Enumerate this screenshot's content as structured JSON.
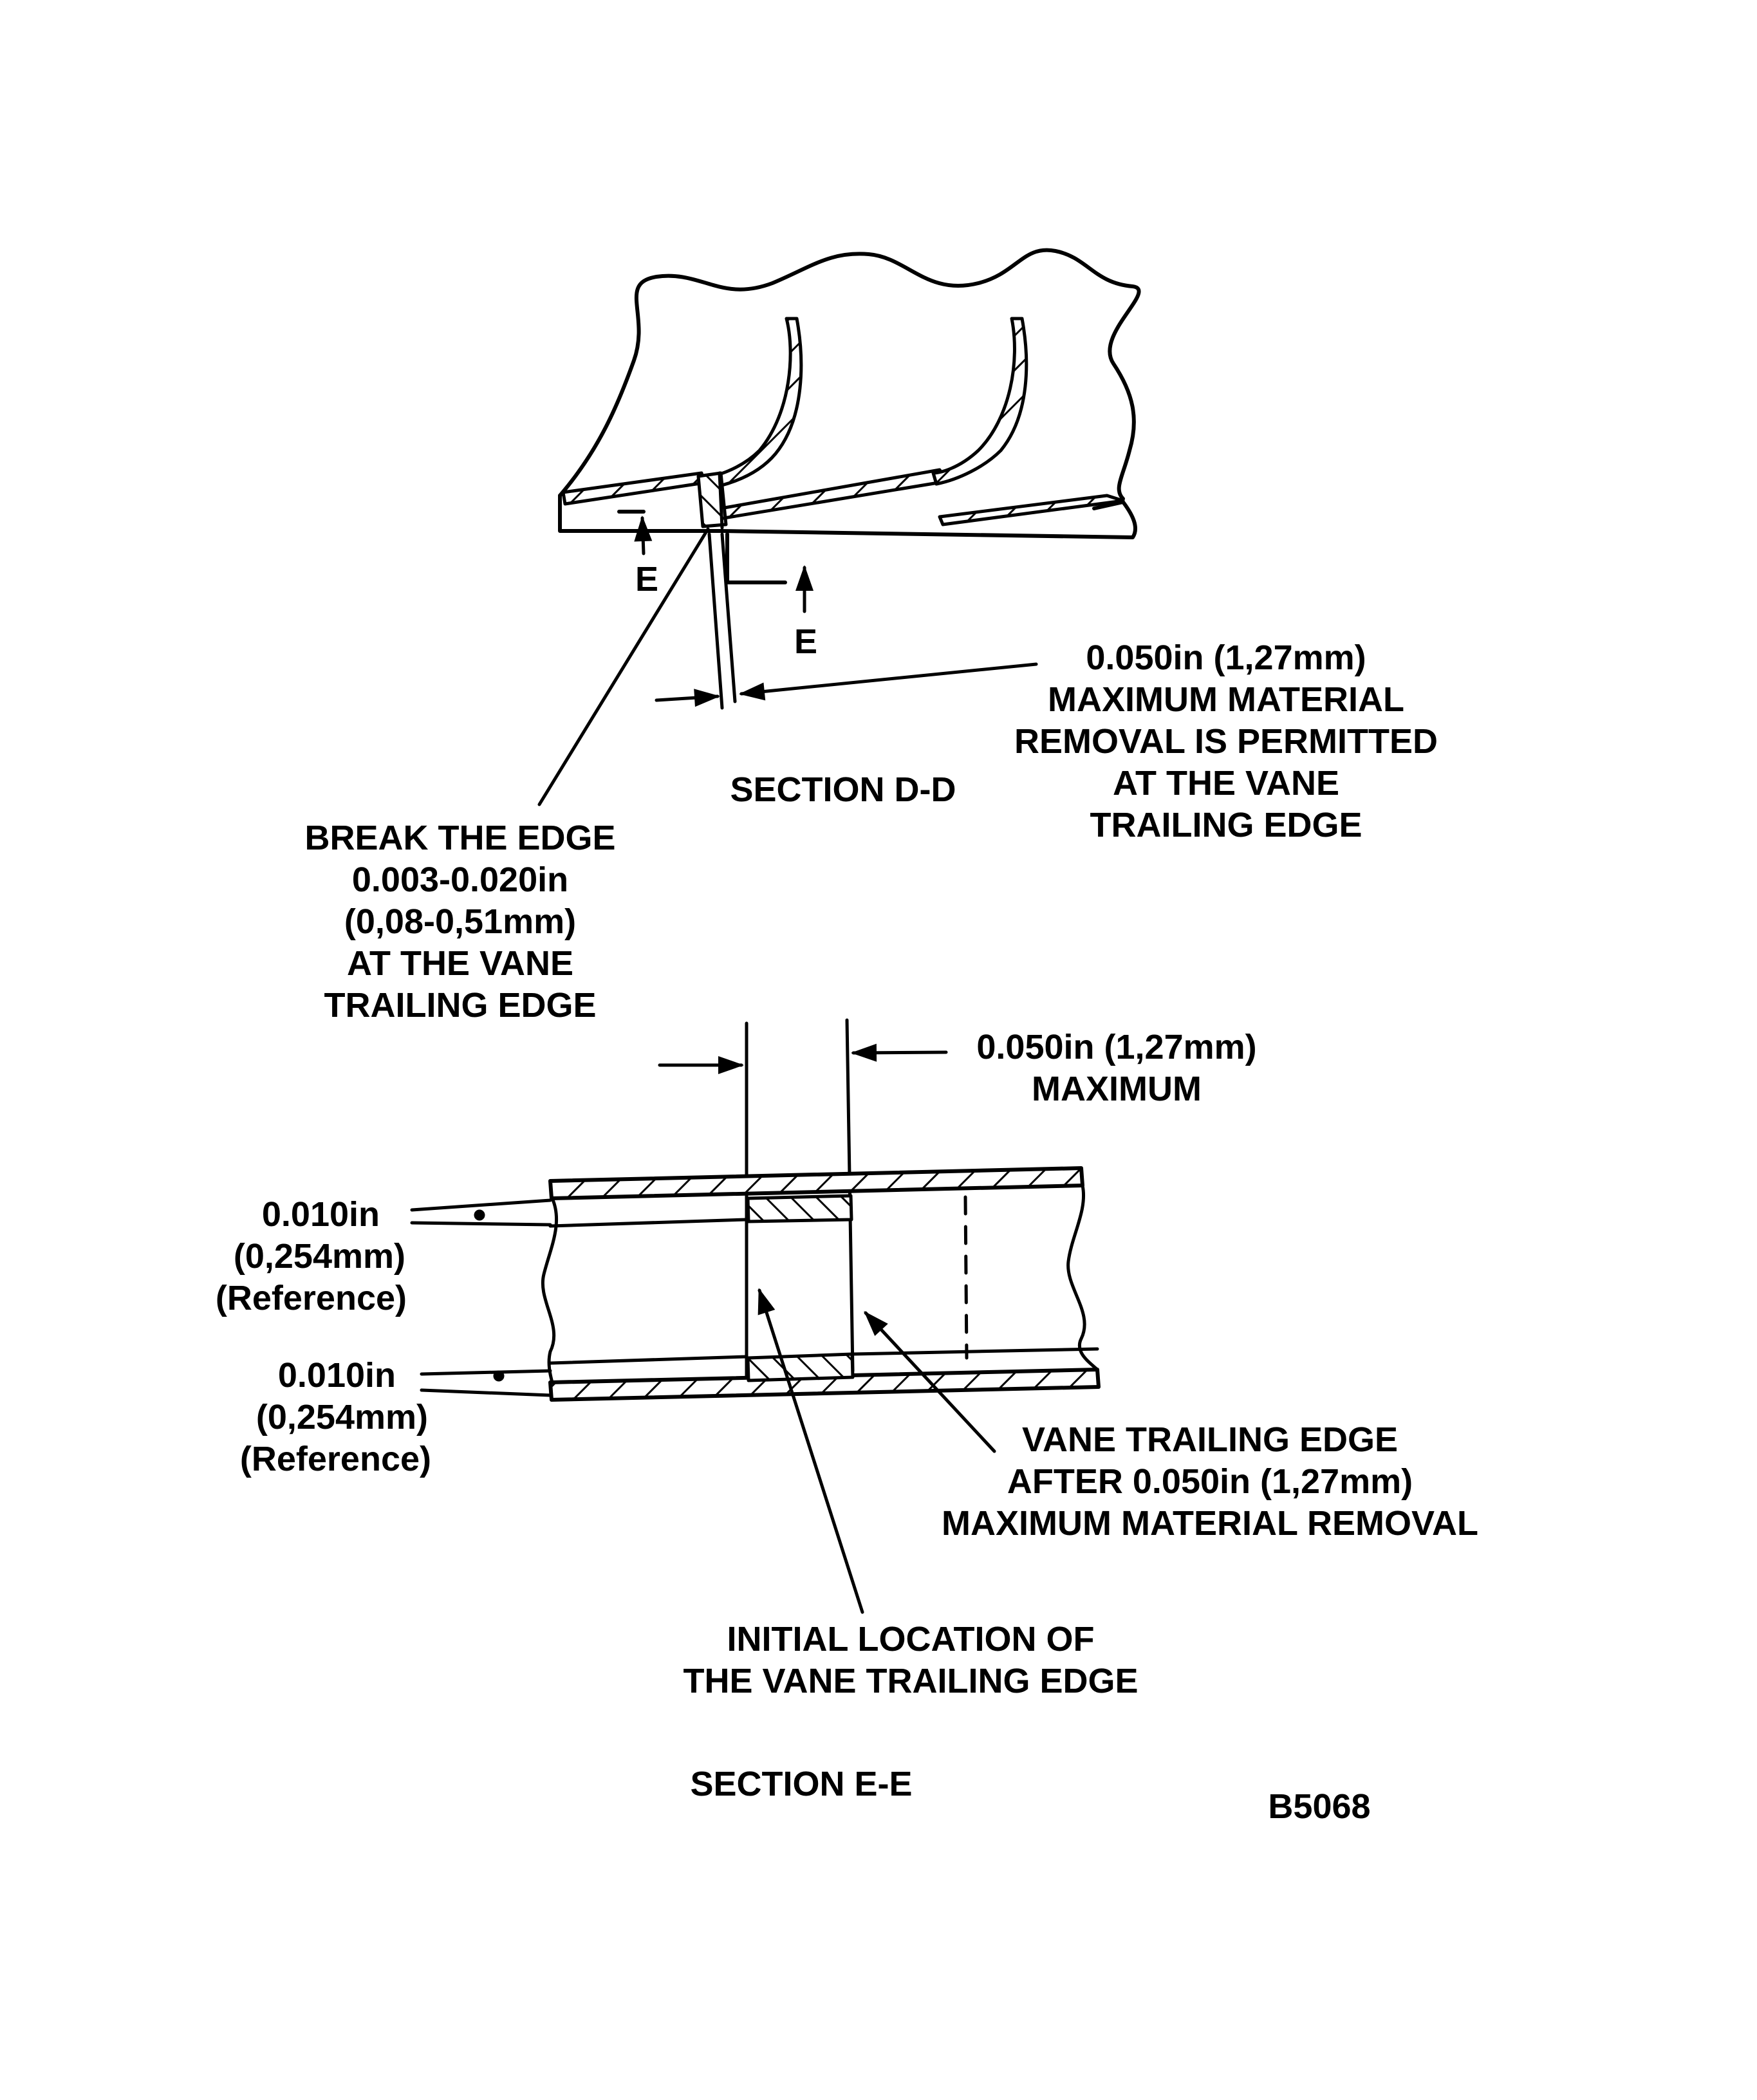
{
  "section_dd": {
    "title": "SECTION D-D",
    "section_marks": [
      "E",
      "E"
    ],
    "max_removal_note": [
      "0.050in (1,27mm)",
      "MAXIMUM MATERIAL",
      "REMOVAL IS PERMITTED",
      "AT THE VANE",
      "TRAILING EDGE"
    ],
    "break_edge_note": [
      "BREAK THE EDGE",
      "0.003-0.020in",
      "(0,08-0,51mm)",
      "AT THE VANE",
      "TRAILING EDGE"
    ]
  },
  "section_ee": {
    "title": "SECTION E-E",
    "max_dim": [
      "0.050in (1,27mm)",
      "MAXIMUM"
    ],
    "ref_upper": [
      "0.010in",
      "(0,254mm)",
      "(Reference)"
    ],
    "ref_lower": [
      "0.010in",
      "(0,254mm)",
      "(Reference)"
    ],
    "after_removal_note": [
      "VANE TRAILING EDGE",
      "AFTER 0.050in (1,27mm)",
      "MAXIMUM MATERIAL REMOVAL"
    ],
    "initial_location_note": [
      "INITIAL LOCATION OF",
      "THE VANE TRAILING EDGE"
    ]
  },
  "figure_id": "B5068"
}
